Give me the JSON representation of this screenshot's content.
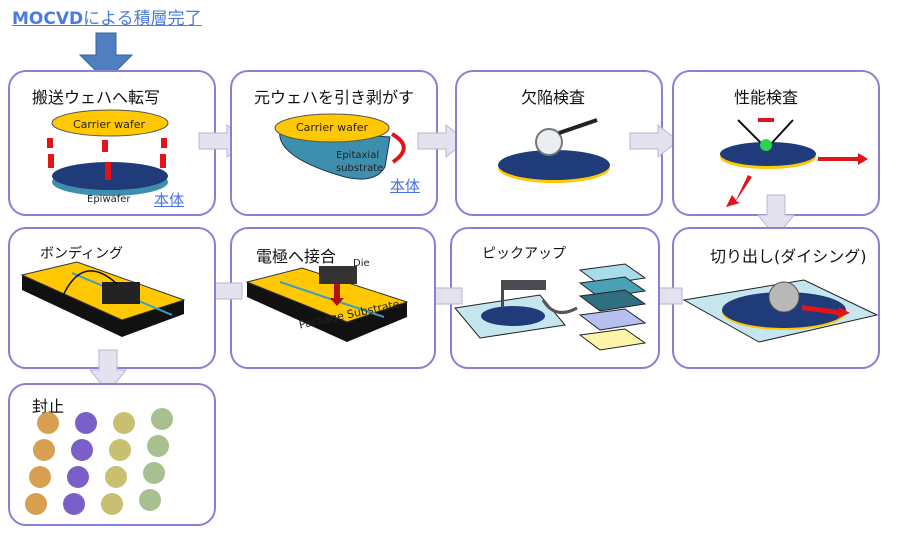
{
  "header": {
    "title_bold": "MOCVD",
    "title_rest": "による積層完了"
  },
  "steps": [
    {
      "label": "搬送ウェハへ転写",
      "carrier": "Carrier wafer",
      "epi": "Epiwafer",
      "body": "本体"
    },
    {
      "label": "元ウェハを引き剥がす",
      "carrier": "Carrier wafer",
      "epi1": "Epitaxial",
      "epi2": "substrate",
      "body": "本体"
    },
    {
      "label": "欠陥検査"
    },
    {
      "label": "性能検査"
    },
    {
      "label": "切り出し(ダイシング)"
    },
    {
      "label": "ピックアップ"
    },
    {
      "label": "電極へ接合",
      "die": "Die",
      "substrate": "Package Substrate"
    },
    {
      "label": "ボンディング"
    },
    {
      "label": "封止"
    }
  ],
  "colors": {
    "accent": "#8a7fd6",
    "link": "#4a6fe0",
    "wafer": "#1f3b7a",
    "carrier": "#ffc800",
    "arrow_red": "#e0141a"
  }
}
